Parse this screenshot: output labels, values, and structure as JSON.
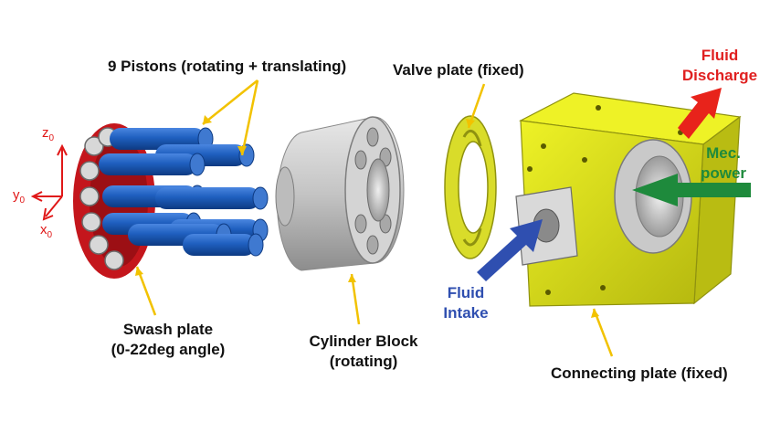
{
  "labels": {
    "pistons": "9 Pistons (rotating + translating)",
    "valve_plate": "Valve plate (fixed)",
    "fluid_discharge_line1": "Fluid",
    "fluid_discharge_line2": "Discharge",
    "mec_power_line1": "Mec.",
    "mec_power_line2": "power",
    "fluid_intake_line1": "Fluid",
    "fluid_intake_line2": "Intake",
    "swash_plate_line1": "Swash plate",
    "swash_plate_line2": "(0-22deg angle)",
    "cylinder_block_line1": "Cylinder Block",
    "cylinder_block_line2": "(rotating)",
    "connecting_plate": "Connecting plate (fixed)"
  },
  "axes": {
    "z": "z",
    "y": "y",
    "x": "x",
    "subscript": "0"
  },
  "colors": {
    "piston_blue": "#1f5fbf",
    "swash_red": "#c4161c",
    "cylinder_gray": "#c8c8c8",
    "valve_yellow": "#d9dc2a",
    "housing_yellow": "#e3e81f",
    "leader_yellow": "#f2c200",
    "discharge_red": "#e8231b",
    "power_green": "#1e8a3c",
    "intake_blue": "#2f4fb0",
    "label_discharge_red": "#e02020",
    "label_power_green": "#1e8a3c",
    "label_intake_blue": "#2f4fb0"
  }
}
